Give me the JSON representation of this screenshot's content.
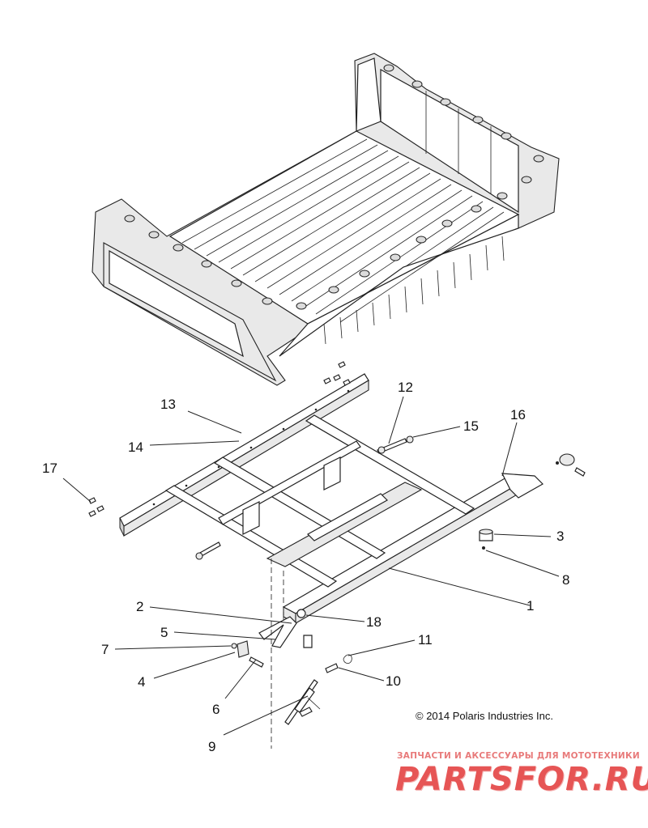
{
  "diagram": {
    "copyright": "© 2014 Polaris Industries Inc.",
    "callouts": [
      {
        "id": "1",
        "label": "1"
      },
      {
        "id": "2",
        "label": "2"
      },
      {
        "id": "3",
        "label": "3"
      },
      {
        "id": "4",
        "label": "4"
      },
      {
        "id": "5",
        "label": "5"
      },
      {
        "id": "6",
        "label": "6"
      },
      {
        "id": "7",
        "label": "7"
      },
      {
        "id": "8",
        "label": "8"
      },
      {
        "id": "9",
        "label": "9"
      },
      {
        "id": "10",
        "label": "10"
      },
      {
        "id": "11",
        "label": "11"
      },
      {
        "id": "12",
        "label": "12"
      },
      {
        "id": "13",
        "label": "13"
      },
      {
        "id": "14",
        "label": "14"
      },
      {
        "id": "15",
        "label": "15"
      },
      {
        "id": "16",
        "label": "16"
      },
      {
        "id": "17",
        "label": "17"
      },
      {
        "id": "18",
        "label": "18"
      }
    ]
  },
  "watermark": {
    "tagline": "ЗАПЧАСТИ И АКСЕССУАРЫ ДЛЯ МОТОТЕХНИКИ",
    "logo": "PARTSFOR.RU",
    "color": "#e65555"
  }
}
